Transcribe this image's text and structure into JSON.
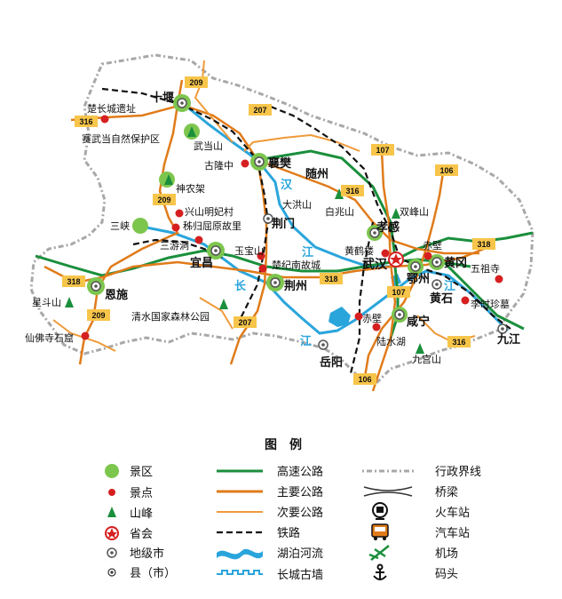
{
  "colors": {
    "expressway": "#1a8f3c",
    "main_road": "#e07b1a",
    "secondary_road": "#ef9a3a",
    "railway": "#111111",
    "river": "#2aa5dc",
    "boundary": "#9a9a9a",
    "scenic_area": "#7dc64e",
    "attraction": "#d62020",
    "peak": "#1a8f3c"
  },
  "cities": [
    {
      "id": "shiyan",
      "name": "十堰"
    },
    {
      "id": "xiangfan",
      "name": "襄樊"
    },
    {
      "id": "suizhou",
      "name": "随州"
    },
    {
      "id": "jingmen",
      "name": "荆门"
    },
    {
      "id": "xiaogan",
      "name": "孝感"
    },
    {
      "id": "wuhan",
      "name": "武汉"
    },
    {
      "id": "ezhou",
      "name": "鄂州"
    },
    {
      "id": "huanggang",
      "name": "黄冈"
    },
    {
      "id": "huangshi",
      "name": "黄石"
    },
    {
      "id": "xianning",
      "name": "咸宁"
    },
    {
      "id": "yichang",
      "name": "宜昌"
    },
    {
      "id": "jingzhou",
      "name": "荆州"
    },
    {
      "id": "enshi",
      "name": "恩施"
    },
    {
      "id": "yueyang",
      "name": "岳阳"
    },
    {
      "id": "jiujiang",
      "name": "九江"
    }
  ],
  "places": [
    {
      "id": "chu_wall",
      "name": "楚长城遗址"
    },
    {
      "id": "saiwudang",
      "name": "赛武当自然保护区"
    },
    {
      "id": "wudangshan",
      "name": "武当山"
    },
    {
      "id": "gulongzhong",
      "name": "古隆中"
    },
    {
      "id": "shennongjia",
      "name": "神农架"
    },
    {
      "id": "xingshan",
      "name": "兴山明妃村"
    },
    {
      "id": "zigui",
      "name": "秭归屈原故里"
    },
    {
      "id": "sanxia",
      "name": "三峡"
    },
    {
      "id": "sanyoudong",
      "name": "三游洞"
    },
    {
      "id": "yushan",
      "name": "玉宝山"
    },
    {
      "id": "jinan",
      "name": "楚纪南故城"
    },
    {
      "id": "dahongshan",
      "name": "大洪山"
    },
    {
      "id": "baizhaoshan",
      "name": "白兆山"
    },
    {
      "id": "shuangfeng",
      "name": "双峰山"
    },
    {
      "id": "huanghelou",
      "name": "黄鹤楼"
    },
    {
      "id": "chibi_n",
      "name": "赤壁"
    },
    {
      "id": "wuzusi",
      "name": "五祖寺"
    },
    {
      "id": "lishizhen",
      "name": "李时珍墓"
    },
    {
      "id": "chibi_s",
      "name": "赤壁"
    },
    {
      "id": "lushuihu",
      "name": "陆水湖"
    },
    {
      "id": "jiugongshan",
      "name": "九宫山"
    },
    {
      "id": "xingdoushan",
      "name": "星斗山"
    },
    {
      "id": "xianfosi",
      "name": "仙佛寺石窟"
    },
    {
      "id": "qingjiang",
      "name": "清水国家森林公园"
    }
  ],
  "rivers": [
    {
      "id": "han1",
      "name": "汉"
    },
    {
      "id": "han2",
      "name": "江"
    },
    {
      "id": "chang1",
      "name": "长"
    },
    {
      "id": "chang2",
      "name": "江"
    },
    {
      "id": "chang3",
      "name": "江"
    }
  ],
  "route_numbers": [
    {
      "id": "r209a",
      "label": "209"
    },
    {
      "id": "r316a",
      "label": "316"
    },
    {
      "id": "r207a",
      "label": "207"
    },
    {
      "id": "r209b",
      "label": "209"
    },
    {
      "id": "r107a",
      "label": "107"
    },
    {
      "id": "r106a",
      "label": "106"
    },
    {
      "id": "r316b",
      "label": "316"
    },
    {
      "id": "r318a",
      "label": "318"
    },
    {
      "id": "r318b",
      "label": "318"
    },
    {
      "id": "r107b",
      "label": "107"
    },
    {
      "id": "r318c",
      "label": "318"
    },
    {
      "id": "r209c",
      "label": "209"
    },
    {
      "id": "r207b",
      "label": "207"
    },
    {
      "id": "r316c",
      "label": "316"
    },
    {
      "id": "r106b",
      "label": "106"
    }
  ],
  "legend": {
    "title": "图　例",
    "items": [
      {
        "id": "scenic",
        "label": "景区"
      },
      {
        "id": "attraction",
        "label": "景点"
      },
      {
        "id": "peak",
        "label": "山峰"
      },
      {
        "id": "capital",
        "label": "省会"
      },
      {
        "id": "prefecture",
        "label": "地级市"
      },
      {
        "id": "county",
        "label": "县（市）"
      },
      {
        "id": "expressway",
        "label": "高速公路"
      },
      {
        "id": "mainroad",
        "label": "主要公路"
      },
      {
        "id": "secroad",
        "label": "次要公路"
      },
      {
        "id": "railway",
        "label": "铁路"
      },
      {
        "id": "lake",
        "label": "湖泊河流"
      },
      {
        "id": "greatwall",
        "label": "长城古墙"
      },
      {
        "id": "boundary",
        "label": "行政界线"
      },
      {
        "id": "bridge",
        "label": "桥梁"
      },
      {
        "id": "trainstation",
        "label": "火车站"
      },
      {
        "id": "busstation",
        "label": "汽车站"
      },
      {
        "id": "airport",
        "label": "机场"
      },
      {
        "id": "pier",
        "label": "码头"
      }
    ]
  }
}
